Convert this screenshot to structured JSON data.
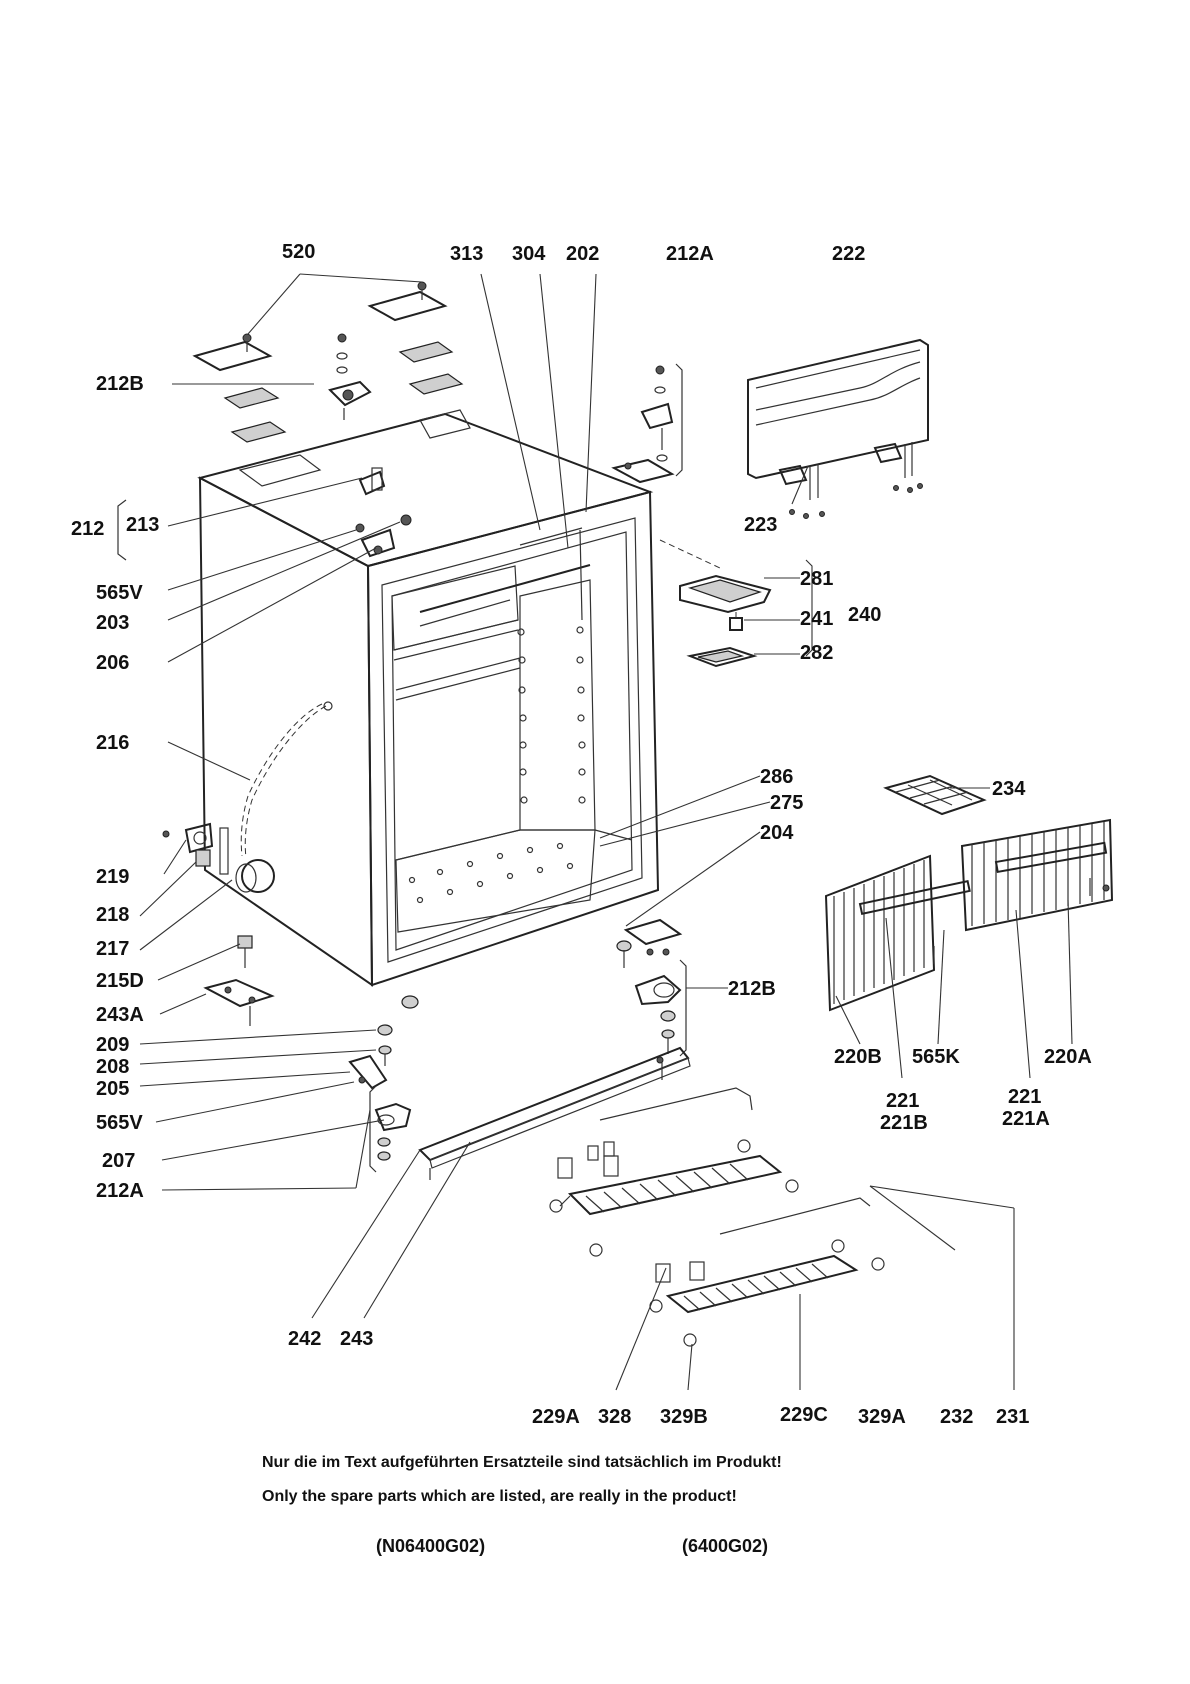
{
  "labels": [
    {
      "id": "l520",
      "text": "520"
    },
    {
      "id": "l313",
      "text": "313"
    },
    {
      "id": "l304",
      "text": "304"
    },
    {
      "id": "l202",
      "text": "202"
    },
    {
      "id": "l212a_top",
      "text": "212A"
    },
    {
      "id": "l222",
      "text": "222"
    },
    {
      "id": "l212b_top",
      "text": "212B"
    },
    {
      "id": "l212",
      "text": "212"
    },
    {
      "id": "l213",
      "text": "213"
    },
    {
      "id": "l565v_top",
      "text": "565V"
    },
    {
      "id": "l203",
      "text": "203"
    },
    {
      "id": "l206",
      "text": "206"
    },
    {
      "id": "l223",
      "text": "223"
    },
    {
      "id": "l281",
      "text": "281"
    },
    {
      "id": "l241",
      "text": "241"
    },
    {
      "id": "l240",
      "text": "240"
    },
    {
      "id": "l282",
      "text": "282"
    },
    {
      "id": "l216",
      "text": "216"
    },
    {
      "id": "l286",
      "text": "286"
    },
    {
      "id": "l275",
      "text": "275"
    },
    {
      "id": "l204",
      "text": "204"
    },
    {
      "id": "l234",
      "text": "234"
    },
    {
      "id": "l219",
      "text": "219"
    },
    {
      "id": "l218",
      "text": "218"
    },
    {
      "id": "l217",
      "text": "217"
    },
    {
      "id": "l215d",
      "text": "215D"
    },
    {
      "id": "l243a",
      "text": "243A"
    },
    {
      "id": "l212b_bot",
      "text": "212B"
    },
    {
      "id": "l209",
      "text": "209"
    },
    {
      "id": "l208",
      "text": "208"
    },
    {
      "id": "l205",
      "text": "205"
    },
    {
      "id": "l565v_bot",
      "text": "565V"
    },
    {
      "id": "l207",
      "text": "207"
    },
    {
      "id": "l212a_bot",
      "text": "212A"
    },
    {
      "id": "l220b",
      "text": "220B"
    },
    {
      "id": "l565k",
      "text": "565K"
    },
    {
      "id": "l220a",
      "text": "220A"
    },
    {
      "id": "l221_1",
      "text": "221"
    },
    {
      "id": "l221b",
      "text": "221B"
    },
    {
      "id": "l221_2",
      "text": "221"
    },
    {
      "id": "l221a",
      "text": "221A"
    },
    {
      "id": "l242",
      "text": "242"
    },
    {
      "id": "l243",
      "text": "243"
    },
    {
      "id": "l229a",
      "text": "229A"
    },
    {
      "id": "l328",
      "text": "328"
    },
    {
      "id": "l329b",
      "text": "329B"
    },
    {
      "id": "l229c",
      "text": "229C"
    },
    {
      "id": "l329a",
      "text": "329A"
    },
    {
      "id": "l232",
      "text": "232"
    },
    {
      "id": "l231",
      "text": "231"
    }
  ],
  "notes": {
    "line_de": "Nur die im Text aufgeführten Ersatzteile sind tatsächlich im Produkt!",
    "line_en": "Only the spare parts which are listed, are really in the product!"
  },
  "codes": {
    "left": "(N06400G02)",
    "right": "(6400G02)"
  }
}
